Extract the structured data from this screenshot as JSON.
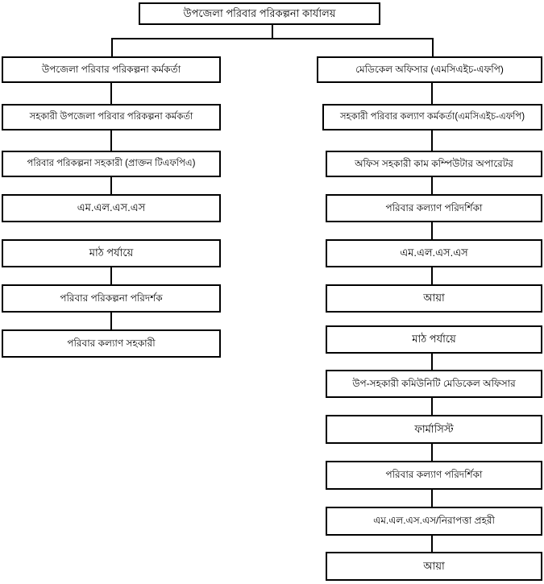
{
  "diagram": {
    "title_node": {
      "label": "উপজেলা পরিবার পরিকল্পনা কার্যালয়"
    },
    "left_branch": {
      "nodes": [
        {
          "label": "উপজেলা পরিবার পরিকল্পনা কর্মকর্তা"
        },
        {
          "label": "সহকারী উপজেলা পরিবার পরিকল্পনা কর্মকর্তা"
        },
        {
          "label": "পরিবার পরিকল্পনা সহকারী (প্রাক্তন টিএফপিএ)"
        },
        {
          "label": "এম.এল.এস.এস"
        },
        {
          "label": "মাঠ পর্যায়ে"
        },
        {
          "label": "পরিবার পরিকল্পনা পরিদর্শক"
        },
        {
          "label": "পরিবার কল্যাণ সহকারী"
        }
      ]
    },
    "right_branch": {
      "nodes": [
        {
          "label": "মেডিকেল অফিসার (এমসিএইচ-এফপি)"
        },
        {
          "label": "সহকারী পরিবার কল্যাণ কর্মকর্তা(এমসিএইচ-এফপি)"
        },
        {
          "label": "অফিস সহকারী কাম কম্পিউটার অপারেটর"
        },
        {
          "label": "পরিবার কল্যাণ পরিদর্শিকা"
        },
        {
          "label": "এম.এল.এস.এস"
        },
        {
          "label": "আয়া"
        },
        {
          "label": "মাঠ পর্যায়ে"
        },
        {
          "label": "উপ-সহকারী কমিউনিটি মেডিকেল অফিসার"
        },
        {
          "label": "ফার্মাসিস্ট"
        },
        {
          "label": "পরিবার কল্যাণ পরিদর্শিকা"
        },
        {
          "label": "এম.এল.এস.এস/নিরাপত্তা প্রহরী"
        },
        {
          "label": "আয়া"
        }
      ]
    },
    "colors": {
      "border": "#000000",
      "background": "#ffffff",
      "text": "#000000"
    }
  }
}
